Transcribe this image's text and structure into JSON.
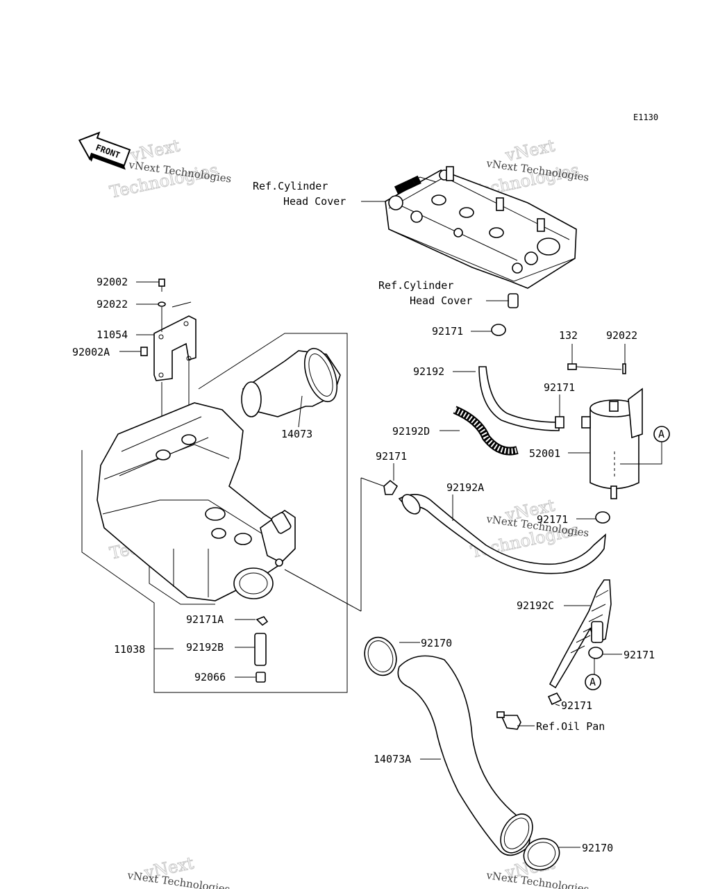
{
  "diagram_code": "E1130",
  "front_label": "FRONT",
  "watermark_small": "vNext Technologies",
  "watermark_line1": "vNext",
  "watermark_line2": "Technologies",
  "refs": {
    "cyl_cover_top_1": "Ref.Cylinder",
    "cyl_cover_top_2": "Head Cover",
    "cyl_cover_mid_1": "Ref.Cylinder",
    "cyl_cover_mid_2": "Head Cover",
    "oil_pan": "Ref.Oil Pan"
  },
  "callout_a": "A",
  "parts": {
    "p92002": "92002",
    "p92022_left": "92022",
    "p11054": "11054",
    "p92002A": "92002A",
    "p14073": "14073",
    "p11038": "11038",
    "p92171A": "92171A",
    "p92192B": "92192B",
    "p92066": "92066",
    "p92170_top": "92170",
    "p92170_bottom": "92170",
    "p14073A": "14073A",
    "p92171_1": "92171",
    "p92192": "92192",
    "p132": "132",
    "p92022_right": "92022",
    "p92171_2": "92171",
    "p92192D": "92192D",
    "p52001": "52001",
    "p92171_3": "92171",
    "p92192A": "92192A",
    "p92171_4": "92171",
    "p92192C": "92192C",
    "p92171_5": "92171",
    "p92171_6": "92171"
  }
}
